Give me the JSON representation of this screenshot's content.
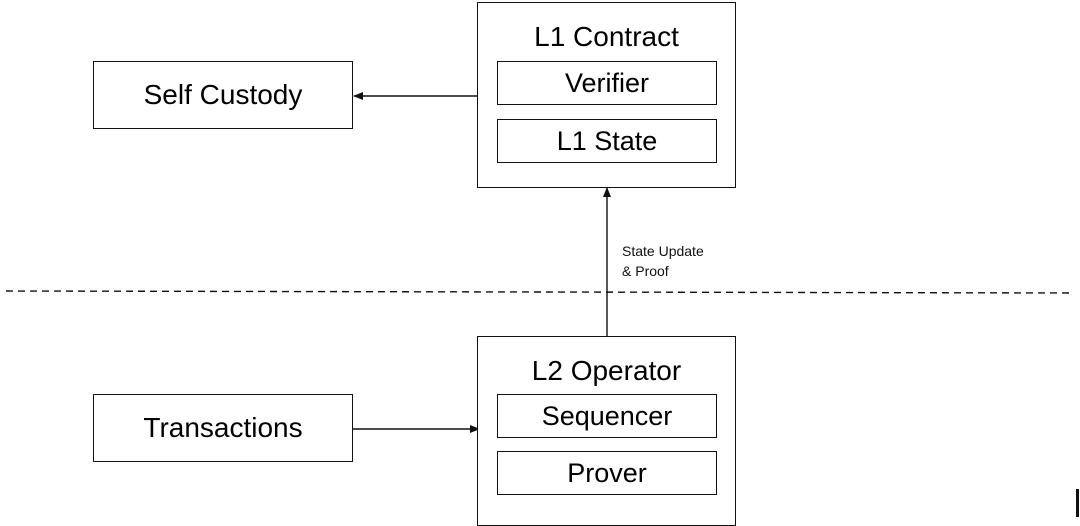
{
  "diagram": {
    "nodes": {
      "self_custody": {
        "label": "Self Custody"
      },
      "l1_contract": {
        "title": "L1 Contract",
        "components": {
          "verifier": "Verifier",
          "l1_state": "L1 State"
        }
      },
      "transactions": {
        "label": "Transactions"
      },
      "l2_operator": {
        "title": "L2 Operator",
        "components": {
          "sequencer": "Sequencer",
          "prover": "Prover"
        }
      }
    },
    "edges": {
      "state_update": {
        "label_line1": "State Update",
        "label_line2": "& Proof"
      }
    },
    "colors": {
      "stroke": "#111111",
      "background": "#ffffff",
      "text": "#000000"
    }
  }
}
